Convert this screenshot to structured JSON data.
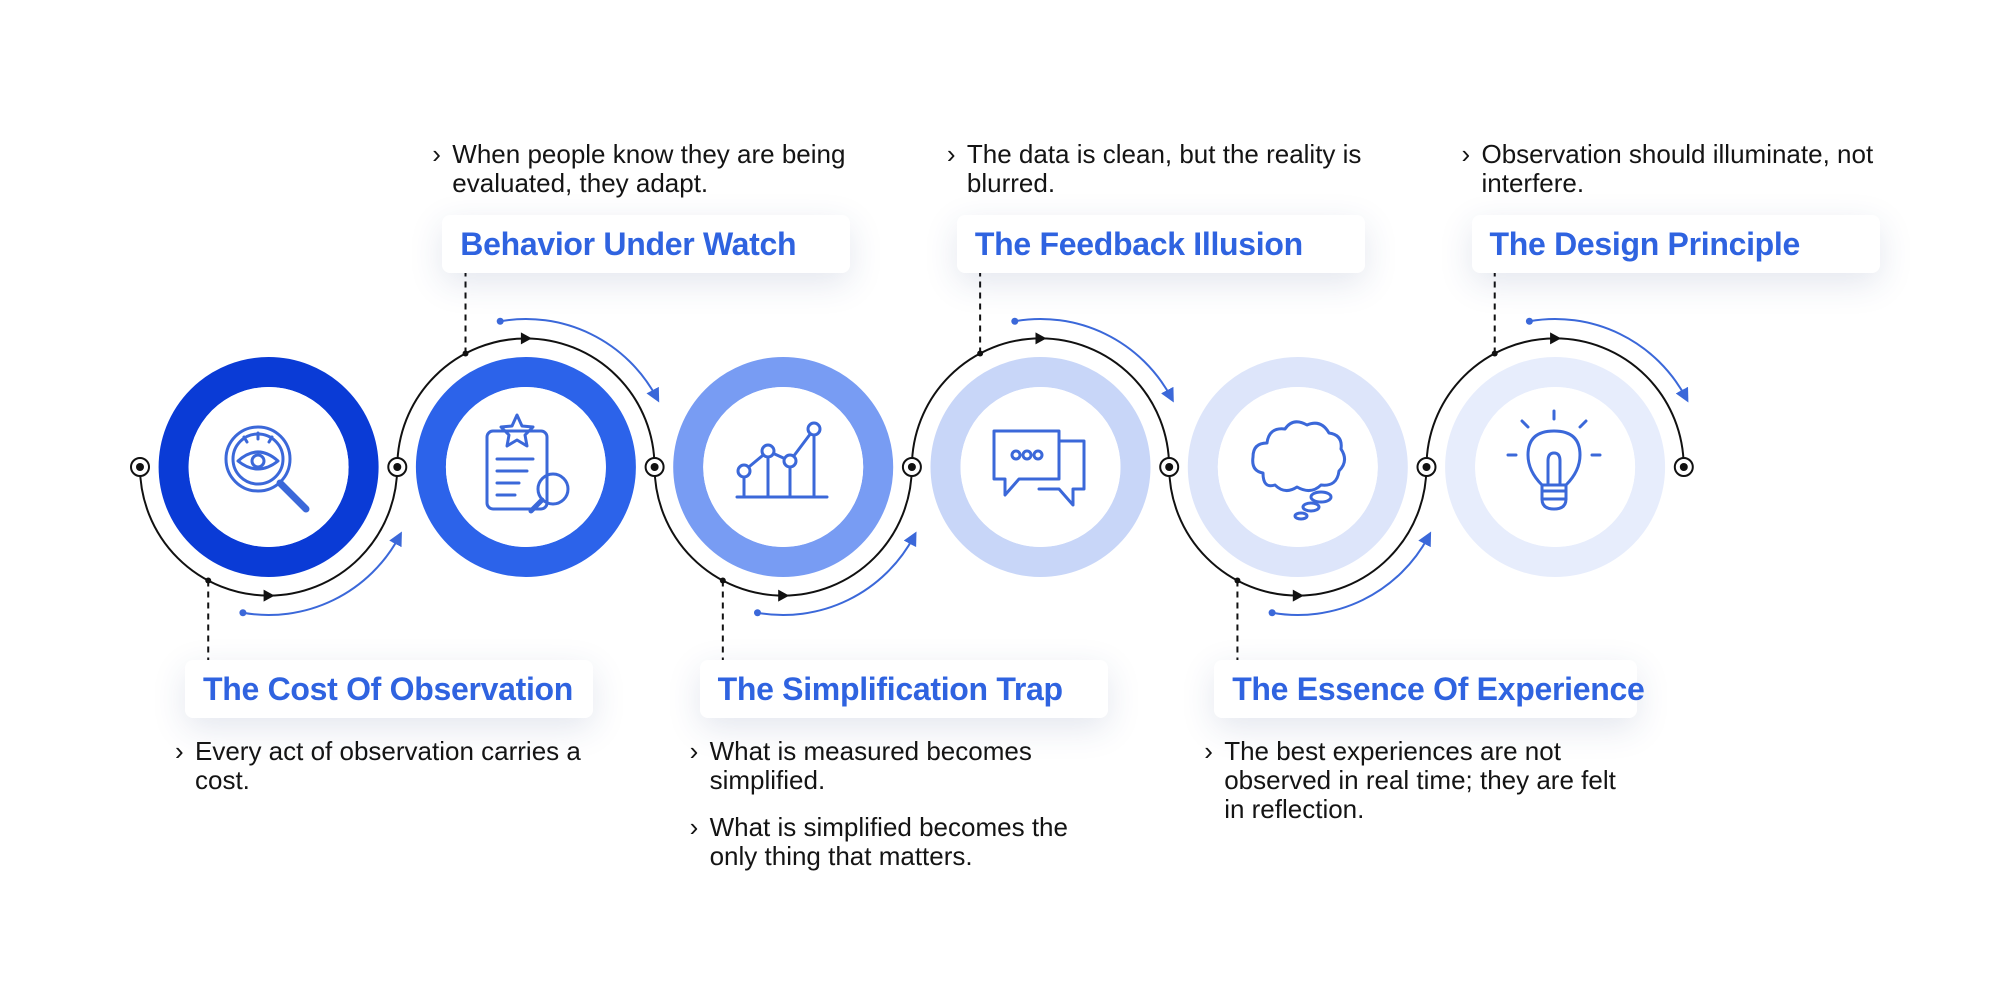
{
  "stages": [
    {
      "title": "The Cost Of Observation",
      "icon": "magnifier-eye-icon",
      "color": "#0a3bd6",
      "bullets": [
        "Every act of observation carries a cost."
      ]
    },
    {
      "title": "Behavior Under Watch",
      "icon": "clipboard-star-search-icon",
      "color": "#2c63ea",
      "bullets": [
        "When people know they are being evaluated, they adapt."
      ]
    },
    {
      "title": "The Simplification Trap",
      "icon": "line-chart-icon",
      "color": "#789cf3",
      "bullets": [
        "What is measured becomes simplified.",
        "What is simplified becomes the only thing that matters."
      ]
    },
    {
      "title": "The Feedback Illusion",
      "icon": "chat-bubbles-icon",
      "color": "#c8d6f8",
      "bullets": [
        "The data is clean, but the reality is blurred."
      ]
    },
    {
      "title": "The Essence Of Experience",
      "icon": "thought-cloud-icon",
      "color": "#dde5fa",
      "bullets": [
        "The best experiences are not observed in real time; they are felt in reflection."
      ]
    },
    {
      "title": "The Design Principle",
      "icon": "light-bulb-icon",
      "color": "#e7edfc",
      "bullets": [
        "Observation should illuminate, not interfere."
      ]
    }
  ],
  "colors": {
    "accent": "#2f63e0",
    "connector": "#111111",
    "icon": "#3b68d9"
  },
  "chevron_glyph": "›"
}
